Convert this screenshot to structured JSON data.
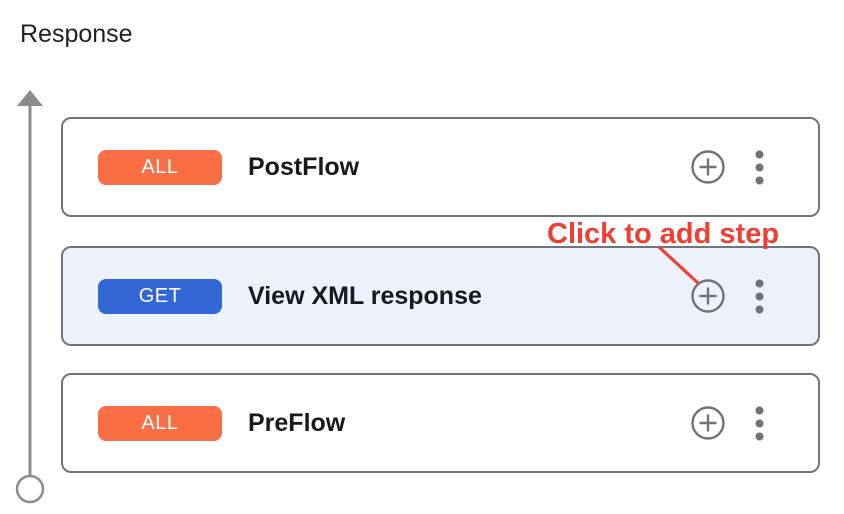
{
  "header": {
    "title": "Response"
  },
  "flow_panel": {
    "cards": [
      {
        "verb": "ALL",
        "verb_bg": "#FA6E46",
        "label": "PostFlow",
        "selected": false
      },
      {
        "verb": "GET",
        "verb_bg": "#3367D6",
        "label": "View XML response",
        "selected": true
      },
      {
        "verb": "ALL",
        "verb_bg": "#FA6E46",
        "label": "PreFlow",
        "selected": false
      }
    ]
  },
  "annotation": {
    "label": "Click to add step"
  },
  "colors": {
    "verb_all_bg": "#FA6E46",
    "verb_get_bg": "#3367D6",
    "card_border": "#70757A",
    "selected_card_bg": "#ECF1FB",
    "icon_gray": "#6F7378",
    "arrow_gray": "#8A8D90",
    "annotation_red": "#F03E33"
  }
}
